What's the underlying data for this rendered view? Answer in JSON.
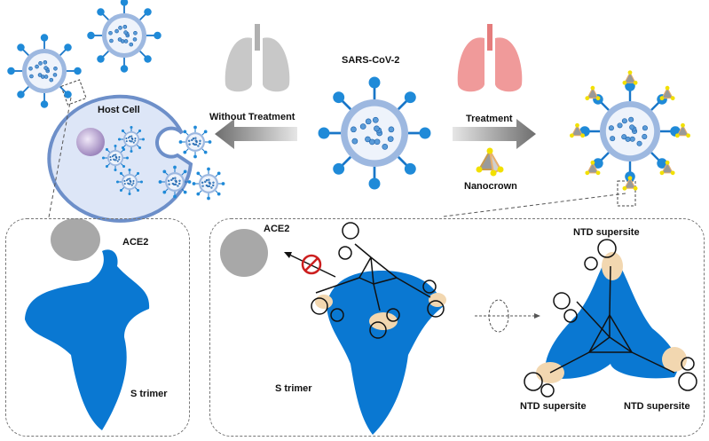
{
  "labels": {
    "host_cell": "Host Cell",
    "without_treatment": "Without Treatment",
    "sars_cov_2": "SARS-CoV-2",
    "treatment": "Treatment",
    "nanocrown": "Nanocrown",
    "ace2_left": "ACE2",
    "s_trimer_left": "S trimer",
    "ace2_mid": "ACE2",
    "s_trimer_mid": "S trimer",
    "ntd_top": "NTD supersite",
    "ntd_bottom_left": "NTD supersite",
    "ntd_bottom_right": "NTD supersite"
  },
  "colors": {
    "virus_blue": "#1f8ad8",
    "membrane": "#9db8e0",
    "spike_blue": "#1976c8",
    "protein_blue": "#0a78d2",
    "ace2_gray": "#a8a8a8",
    "ntd_tan": "#f2d7b0",
    "lung_gray": "#bdbdbd",
    "lung_red": "#ee8a8a",
    "nanocrown_yellow": "#f2e000",
    "block_red": "#cc1f1f",
    "cell_fill": "#dde6f7",
    "nucleus": "#b6a2cf"
  }
}
